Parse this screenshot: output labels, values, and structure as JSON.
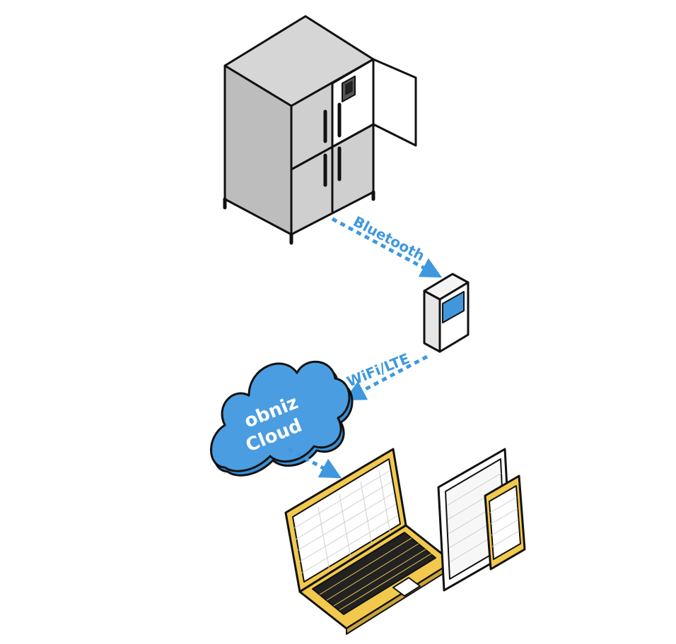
{
  "labels": {
    "bluetooth": "Bluetooth",
    "wifi_lte": "WiFi/LTE",
    "cloud_line1": "obniz",
    "cloud_line2": "Cloud"
  },
  "colors": {
    "link_blue": "#3f98dd",
    "cloud_blue": "#4a9de0",
    "fridge_gray": "#c9c9c9",
    "fridge_side": "#bdbdbd",
    "device_yellow": "#f2c94c",
    "device_screen": "#3f98dd",
    "outline": "#111111"
  },
  "icons": {
    "refrigerator": "refrigerator-icon",
    "gateway": "obniz-board-icon",
    "cloud": "cloud-icon",
    "laptop": "laptop-icon",
    "tablet": "tablet-icon",
    "phone": "phone-icon"
  }
}
